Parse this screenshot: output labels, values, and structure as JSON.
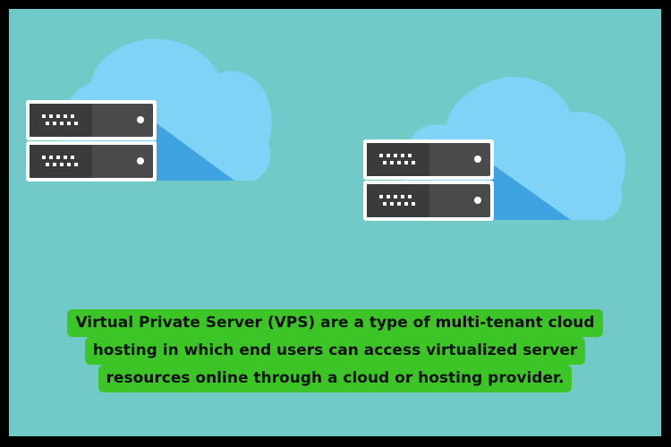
{
  "caption": {
    "line1": "Virtual Private Server (VPS) are a type of multi-tenant cloud",
    "line2": "hosting in which end users can access virtualized server",
    "line3": "resources online through a cloud or hosting provider."
  },
  "colors": {
    "frame": "#000000",
    "background": "#71cac7",
    "cloud_light": "#7fd3f7",
    "cloud_shadow": "#3ea3e0",
    "server_body": "#4a4a4a",
    "server_outline": "#ffffff",
    "caption_background": "#3dc528",
    "caption_text": "#111111"
  },
  "illustrations": [
    {
      "name": "cloud-server-left",
      "icons": [
        "cloud-icon",
        "server-rack-icon"
      ]
    },
    {
      "name": "cloud-server-right",
      "icons": [
        "cloud-icon",
        "server-rack-icon"
      ]
    }
  ]
}
